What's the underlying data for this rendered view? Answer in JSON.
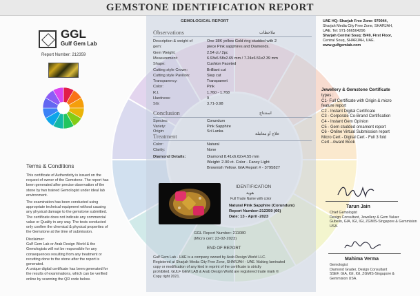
{
  "banner": {
    "title": "GEMSTONE IDENTIFICATION REPORT"
  },
  "brand": {
    "logo": "GGL",
    "name": "Gulf Gem Lab",
    "report_label": "Report Number: 212359"
  },
  "center": {
    "header": "GEMOLOGICAL REPORT",
    "observations_title": "Observations",
    "observations_ar": "ملاحظات",
    "rows": [
      {
        "label": "Description & weight of",
        "value": "One 18K yellow Gold ring studded with 2"
      },
      {
        "label": "gem:",
        "value": "piece Pink sapphires and Diamonds."
      },
      {
        "label": "Gem Weight:",
        "value": "2.54 ct / 2pc"
      },
      {
        "label": "Measurement:",
        "value": "6.93x6.58x2.65 mm / 7.24x6.51x2.39 mm"
      },
      {
        "label": "Shape:",
        "value": "Cushion Faceted"
      },
      {
        "label": "Cutting style Crown:",
        "value": "Brilliant cut"
      },
      {
        "label": "Cutting style Pavilion:",
        "value": "Step cut"
      },
      {
        "label": "Transparency:",
        "value": "Transparent"
      },
      {
        "label": "Color:",
        "value": "Pink"
      },
      {
        "label": "R.I.",
        "value": "1.760 - 1.768"
      },
      {
        "label": "Hardness:",
        "value": "9"
      },
      {
        "label": "SG:",
        "value": "3.71-3.98"
      }
    ],
    "conclusion_title": "Conclusion",
    "conclusion_ar": "استنتاج",
    "conclusion_rows": [
      {
        "label": "Species:",
        "value": "Corundum"
      },
      {
        "label": "Variety:",
        "value": "Pink Sapphire"
      },
      {
        "label": "Origin:",
        "value": "Sri Lanka"
      }
    ],
    "treatment_title": "Treatment",
    "treatment_ar": "علاج أو معاملة",
    "treatment_rows": [
      {
        "label": "Color:",
        "value": "Natural"
      },
      {
        "label": "Clarity:",
        "value": "None"
      }
    ],
    "diamond_label": "Diamond Details:",
    "diamond_lines": [
      "Diamond 8.41x6.62x4.55 mm",
      "Weight: 2.00 ct. Color - Fancy Light",
      "Brownish Yellow. GIA Report # - 3795827"
    ],
    "identification_title": "IDENTIFICATION",
    "identification_ar": "هوية",
    "identification_sub": "Full Trade Name with color",
    "identification_lines": [
      "Natural Pink Sapphire (Corundum)",
      "Report Number:212359 (66)",
      "Date: 13 - April -2023"
    ],
    "ggl_report": "GGL Report Number: 211080",
    "micro_cert": "(Micro cert: 23-02-2023)",
    "end": "END OF REPORT",
    "footer": [
      "Gulf Gem Lab - UAE is a company owned by Arab Design World LLC.",
      "Registered at Sharjah Media City Free Zone, SHARJAH - UAE. Making laminated",
      "copy or modification of any kind in reprint of the certificate is strictly",
      "prohibited. GULF GEM LAB & Arab Design World are registered trade mark ©",
      "Copy right 2021."
    ]
  },
  "terms": {
    "title": "Terms & Conditions",
    "para1": [
      "This certificate of Authenticity is issued on the",
      "request of owner of the Gemstone. The report has",
      "been generated after precise observation of the",
      "stone by two trained Gemologist under ideal lab",
      "environment."
    ],
    "para2": [
      "The examination has been conducted using",
      "appropriate technical equipment without causing",
      "any physical damage to the gemstone submitted.",
      "The certificate does not indicate any commercial",
      "value or Quality in any way. The tests conducted",
      "only confirm the chemical & physical properties of",
      "the Gemstone at the time of submission."
    ],
    "disclaimer": [
      "Disclaimer:",
      "Gulf Gem Lab or Arab Design World & the",
      "Gemologists will not be responsible for any",
      "consequences resulting from any treatment or",
      "recutting done to the stone after the report is",
      "generated.",
      "A unique digital certificate has been generated for",
      "the results of examinations, which can be verified",
      "online by scanning the QR code below."
    ]
  },
  "right": {
    "address": [
      "UAE HQ: Sharjah Free Zone: 970044,",
      "Sharjah Media City Free Zone, SHARJAH,",
      "UAE. Tel: 971-566564296",
      "Sharjah Central Souq: B/49, First Floor,",
      "Central Souq, SHARJAH, UAE.",
      "www.gulfgemlab.com"
    ],
    "cert_title": "Jewellery & Gemstone Certificate",
    "cert_types": [
      "types :",
      "C1- Full Certificate with Origin & micro",
      "feature report",
      "C2 - Instant Digital Certificate",
      "C3 - Corporate Co-Brand Certification",
      "C4 - Instant Gem Opinion",
      "C5 - Gem studded ornament report",
      "C6 - Online Virtual Submission report",
      "Micro Cert - Digital Cert - Full 3 fold",
      "Cert - Award Book"
    ],
    "sig1": {
      "name": "Tarun Jain",
      "lines": [
        "Chief Gemologist",
        "Design Consultant, Jewellery & Gem Valuer",
        "Gubelin, GIA, IGI, IGI, ZGMIS-Singapore & Gemmision",
        "USA."
      ]
    },
    "sig2": {
      "name": "Mahima Verma",
      "lines": [
        "Gemologist",
        "Diamond Grader, Design Consultant",
        "SSEF, GIA, IGI, IGI, ZGMIS-Singapore &",
        "Gemmision USA."
      ]
    }
  }
}
